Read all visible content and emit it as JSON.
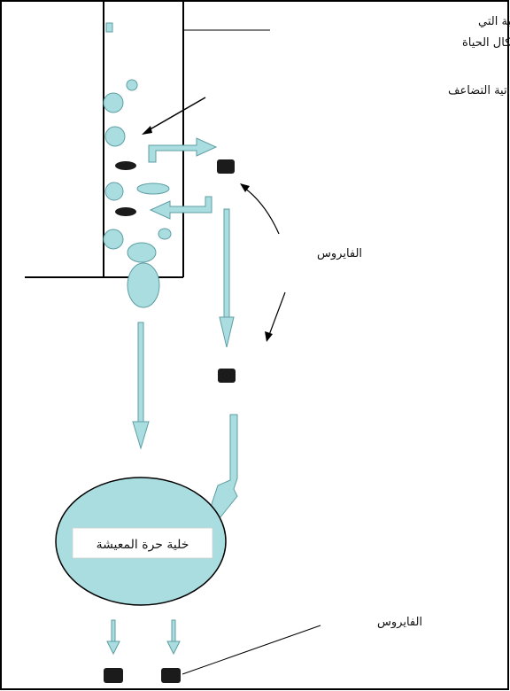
{
  "labels": {
    "environment_line1": "البيئة المعدنية الإفتراضية التي",
    "environment_line2": "نشأت فيها أول أشكال الحياة",
    "molecules": "الجزيئات الكبيرة ذاتية التضاعف",
    "virus_upper": "الفايروس",
    "cell": "خلية حرة المعيشة",
    "virus_lower": "الفايروس"
  },
  "colors": {
    "fill": "#a9dde0",
    "stroke": "#5e9ea3",
    "dark": "#1b1b1b",
    "line": "#000000"
  }
}
